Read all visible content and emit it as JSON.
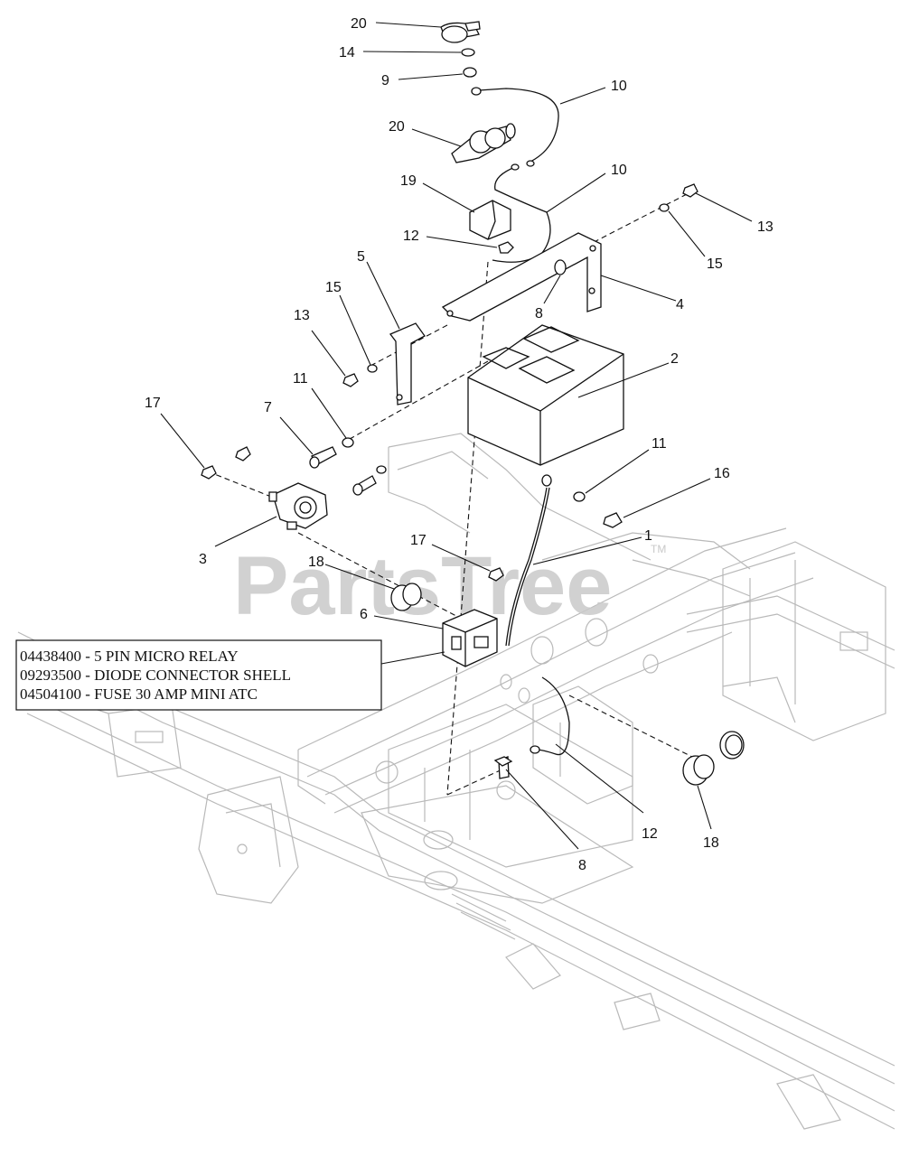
{
  "watermark": {
    "text": "PartsTree",
    "tm": "TM"
  },
  "legend": {
    "lines": [
      "04438400 - 5 PIN MICRO RELAY",
      "09293500 - DIODE CONNECTOR SHELL",
      "04504100 - FUSE 30 AMP MINI ATC"
    ]
  },
  "callouts": {
    "c20_top": "20",
    "c14": "14",
    "c9": "9",
    "c10_upper": "10",
    "c20_mid": "20",
    "c10_lower": "10",
    "c19": "19",
    "c12_upper": "12",
    "c13_right": "13",
    "c15_right": "15",
    "c4": "4",
    "c8_upper": "8",
    "c5": "5",
    "c15_left": "15",
    "c13_left": "13",
    "c2": "2",
    "c11_left": "11",
    "c7": "7",
    "c17_left": "17",
    "c11_right": "11",
    "c16": "16",
    "c1": "1",
    "c3": "3",
    "c17_mid": "17",
    "c18_left": "18",
    "c6": "6",
    "c12_lower": "12",
    "c18_right": "18",
    "c8_lower": "8"
  }
}
